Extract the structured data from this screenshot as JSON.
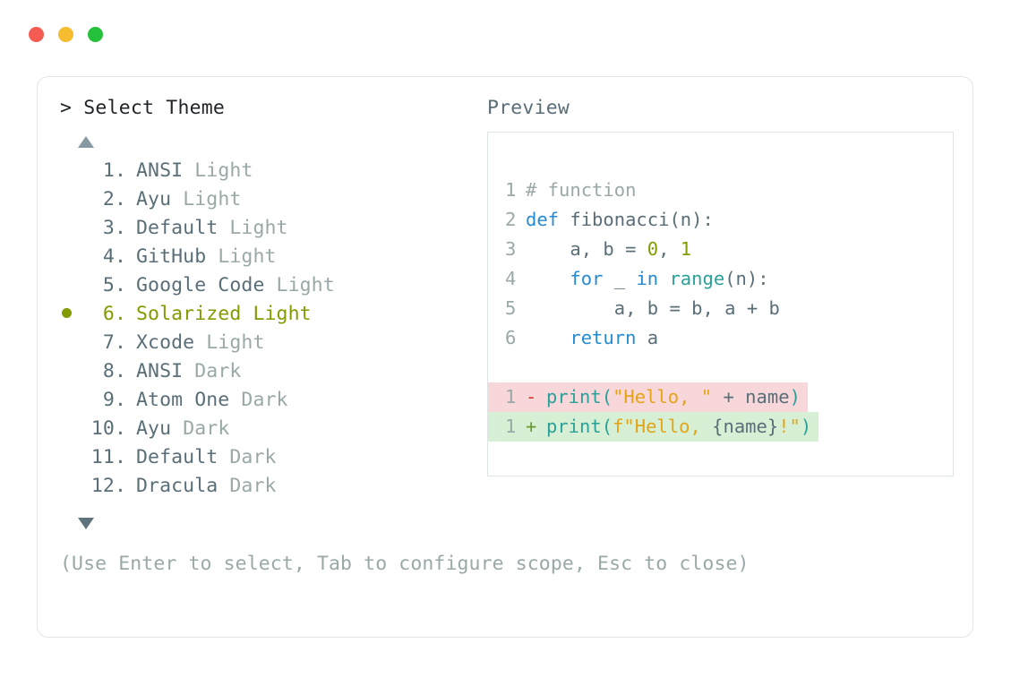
{
  "window": {
    "dots": [
      {
        "name": "close",
        "color": "#f45b52"
      },
      {
        "name": "minimize",
        "color": "#f6bc2f"
      },
      {
        "name": "maximize",
        "color": "#25c03c"
      }
    ]
  },
  "header": {
    "prompt": "> Select Theme",
    "preview_label": "Preview"
  },
  "theme_list": {
    "scroll_up": "▲",
    "scroll_down": "▼",
    "selected_index": 6,
    "selected_bullet": "●",
    "selected_color": "#859900",
    "items": [
      {
        "num": "1.",
        "name": "ANSI",
        "variant": "Light",
        "selected": false
      },
      {
        "num": "2.",
        "name": "Ayu",
        "variant": "Light",
        "selected": false
      },
      {
        "num": "3.",
        "name": "Default",
        "variant": "Light",
        "selected": false
      },
      {
        "num": "4.",
        "name": "GitHub",
        "variant": "Light",
        "selected": false
      },
      {
        "num": "5.",
        "name": "Google Code",
        "variant": "Light",
        "selected": false
      },
      {
        "num": "6.",
        "name": "Solarized",
        "variant": "Light",
        "selected": true
      },
      {
        "num": "7.",
        "name": "Xcode",
        "variant": "Light",
        "selected": false
      },
      {
        "num": "8.",
        "name": "ANSI",
        "variant": "Dark",
        "selected": false
      },
      {
        "num": "9.",
        "name": "Atom One",
        "variant": "Dark",
        "selected": false
      },
      {
        "num": "10.",
        "name": "Ayu",
        "variant": "Dark",
        "selected": false
      },
      {
        "num": "11.",
        "name": "Default",
        "variant": "Dark",
        "selected": false
      },
      {
        "num": "12.",
        "name": "Dracula",
        "variant": "Dark",
        "selected": false
      }
    ]
  },
  "hint": "(Use Enter to select, Tab to configure scope, Esc to close)",
  "preview": {
    "code_lines": [
      {
        "ln": "1",
        "tokens": [
          {
            "t": "# function",
            "c": "comment"
          }
        ]
      },
      {
        "ln": "2",
        "tokens": [
          {
            "t": "def",
            "c": "keyword"
          },
          {
            "t": " fibonacci(n):",
            "c": "plain"
          }
        ]
      },
      {
        "ln": "3",
        "tokens": [
          {
            "t": "    a, b = ",
            "c": "plain"
          },
          {
            "t": "0",
            "c": "number"
          },
          {
            "t": ", ",
            "c": "plain"
          },
          {
            "t": "1",
            "c": "number"
          }
        ]
      },
      {
        "ln": "4",
        "tokens": [
          {
            "t": "    ",
            "c": "plain"
          },
          {
            "t": "for",
            "c": "keyword"
          },
          {
            "t": " _ ",
            "c": "plain"
          },
          {
            "t": "in",
            "c": "keyword"
          },
          {
            "t": " ",
            "c": "plain"
          },
          {
            "t": "range",
            "c": "builtin"
          },
          {
            "t": "(n):",
            "c": "plain"
          }
        ]
      },
      {
        "ln": "5",
        "tokens": [
          {
            "t": "        a, b = b, a + b",
            "c": "plain"
          }
        ]
      },
      {
        "ln": "6",
        "tokens": [
          {
            "t": "    ",
            "c": "plain"
          },
          {
            "t": "return",
            "c": "keyword"
          },
          {
            "t": " a",
            "c": "plain"
          }
        ]
      }
    ],
    "diff_lines": [
      {
        "ln": "1",
        "kind": "removed",
        "sign": "-",
        "tokens": [
          {
            "t": "print",
            "c": "builtin"
          },
          {
            "t": "(",
            "c": "builtin"
          },
          {
            "t": "\"Hello, \"",
            "c": "string"
          },
          {
            "t": " + name",
            "c": "plain"
          },
          {
            "t": ")",
            "c": "builtin"
          }
        ]
      },
      {
        "ln": "1",
        "kind": "added",
        "sign": "+",
        "tokens": [
          {
            "t": "print",
            "c": "builtin"
          },
          {
            "t": "(",
            "c": "builtin"
          },
          {
            "t": "f\"Hello, ",
            "c": "string"
          },
          {
            "t": "{name}",
            "c": "plain"
          },
          {
            "t": "!\"",
            "c": "string"
          },
          {
            "t": ")",
            "c": "builtin"
          }
        ]
      }
    ]
  }
}
